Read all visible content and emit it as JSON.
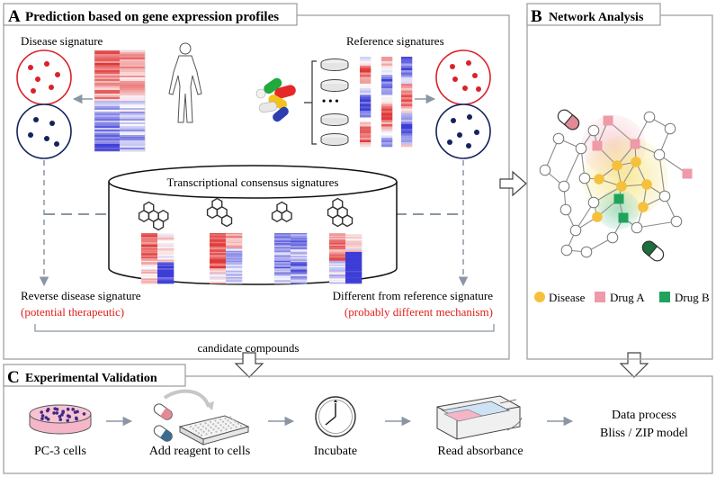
{
  "panel_a": {
    "letter": "A",
    "title": "Prediction based on gene expression profiles",
    "disease_signature": "Disease signature",
    "reference_signatures": "Reference signatures",
    "ellipsis": "• • •",
    "consensus_title": "Transcriptional consensus signatures",
    "reverse_label": "Reverse disease signature",
    "reverse_note": "(potential therapeutic)",
    "different_label": "Different from reference signature",
    "different_note": "(probably different mechanism)",
    "candidates": "candidate compounds"
  },
  "panel_b": {
    "letter": "B",
    "title": "Network Analysis",
    "legend": [
      {
        "label": "Disease",
        "color": "#f5c13a"
      },
      {
        "label": "Drug A",
        "color": "#ee9aa8"
      },
      {
        "label": "Drug B",
        "color": "#1fa35c"
      }
    ]
  },
  "panel_c": {
    "letter": "C",
    "title": "Experimental Validation",
    "steps": [
      {
        "label": "PC-3 cells"
      },
      {
        "label": "Add reagent to cells"
      },
      {
        "label": "Incubate"
      },
      {
        "label": "Read absorbance"
      },
      {
        "label": "Data process"
      }
    ],
    "step5_sub": "Bliss / ZIP model"
  },
  "colors": {
    "red": "#d9222a",
    "navy": "#13235b",
    "frame": "#999999",
    "dashed": "#8a96a4",
    "note_red": "#e0201c"
  }
}
